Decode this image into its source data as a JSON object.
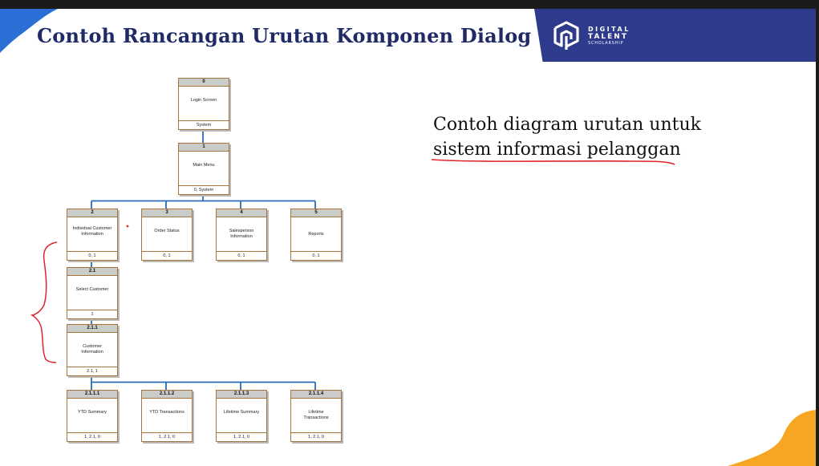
{
  "slide": {
    "title": "Contoh Rancangan Urutan Komponen Dialog",
    "caption_line1": "Contoh diagram urutan untuk",
    "caption_line2": "sistem informasi pelanggan"
  },
  "logo": {
    "line1": "DIGITAL",
    "line2": "TALENT",
    "line3": "SCHOLARSHIP"
  },
  "colors": {
    "title": "#1f2a66",
    "banner": "#2e3a8c",
    "accent_blue": "#2b6fd6",
    "accent_orange": "#f6a623",
    "connector": "#2a6db5",
    "annotation": "#e0242b"
  },
  "diagram": {
    "nodes": [
      {
        "id": "0",
        "name": "Login Screen",
        "footer": "System"
      },
      {
        "id": "1",
        "name": "Main Menu",
        "footer": "0, System"
      },
      {
        "id": "2",
        "name": "Individual Customer Information",
        "footer": "0, 1"
      },
      {
        "id": "3",
        "name": "Order Status",
        "footer": "0, 1"
      },
      {
        "id": "4",
        "name": "Salesperson Information",
        "footer": "0, 1"
      },
      {
        "id": "5",
        "name": "Reports",
        "footer": "0, 1"
      },
      {
        "id": "2.1",
        "name": "Select Customer",
        "footer": "1"
      },
      {
        "id": "2.1.1",
        "name": "Customer Information",
        "footer": "2.1, 1"
      },
      {
        "id": "2.1.1.1",
        "name": "YTD Summary",
        "footer": "1, 2.1, 0"
      },
      {
        "id": "2.1.1.2",
        "name": "YTD Transactions",
        "footer": "1, 2.1, 0"
      },
      {
        "id": "2.1.1.3",
        "name": "Lifetime Summary",
        "footer": "1, 2.1, 0"
      },
      {
        "id": "2.1.1.4",
        "name": "Lifetime Transactions",
        "footer": "1, 2.1, 0"
      }
    ],
    "edges": [
      [
        "0",
        "1"
      ],
      [
        "1",
        "2"
      ],
      [
        "1",
        "3"
      ],
      [
        "1",
        "4"
      ],
      [
        "1",
        "5"
      ],
      [
        "2",
        "2.1"
      ],
      [
        "2.1",
        "2.1.1"
      ],
      [
        "2.1.1",
        "2.1.1.1"
      ],
      [
        "2.1.1",
        "2.1.1.2"
      ],
      [
        "2.1.1",
        "2.1.1.3"
      ],
      [
        "2.1.1",
        "2.1.1.4"
      ]
    ]
  }
}
